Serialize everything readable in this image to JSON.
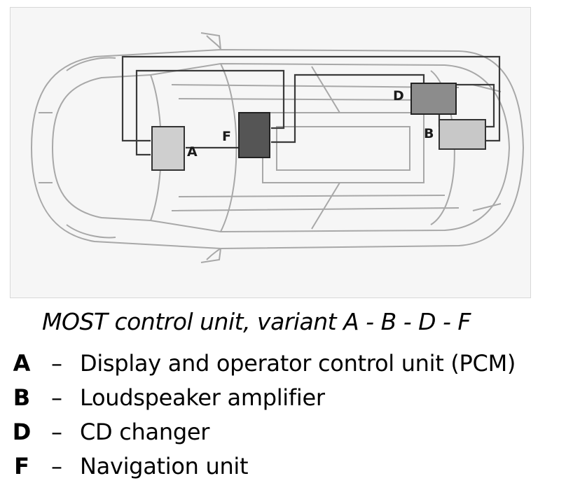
{
  "figure": {
    "units": [
      {
        "key": "A",
        "fill": "#cfcfcf"
      },
      {
        "key": "B",
        "fill": "#c8c8c8"
      },
      {
        "key": "D",
        "fill": "#8c8c8c"
      },
      {
        "key": "F",
        "fill": "#555555"
      }
    ],
    "cable_color": "#3a3a3a",
    "outline_color": "#a8a8a8"
  },
  "caption": "MOST control unit, variant A - B - D - F",
  "legend": [
    {
      "key": "A",
      "separator": "–",
      "text": "Display and operator control unit (PCM)"
    },
    {
      "key": "B",
      "separator": "–",
      "text": "Loudspeaker amplifier"
    },
    {
      "key": "D",
      "separator": "–",
      "text": "CD changer"
    },
    {
      "key": "F",
      "separator": "–",
      "text": "Navigation unit"
    }
  ]
}
